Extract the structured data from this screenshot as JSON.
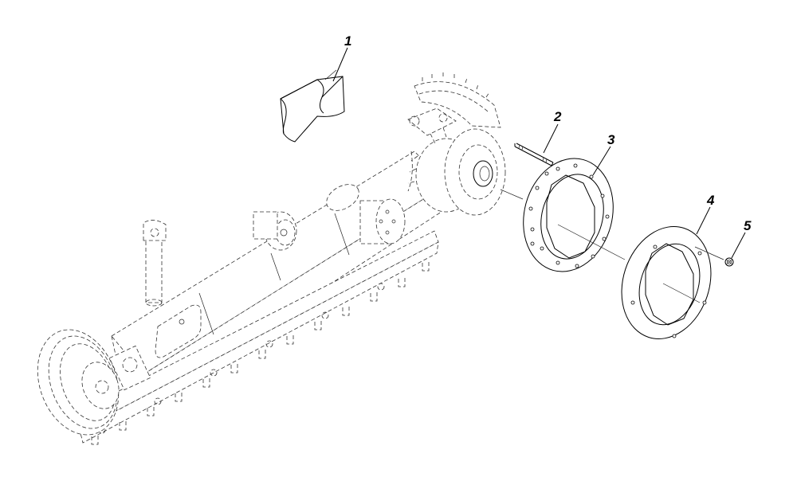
{
  "diagram": {
    "callouts": [
      {
        "id": "c1",
        "label": "1"
      },
      {
        "id": "c2",
        "label": "2"
      },
      {
        "id": "c3",
        "label": "3"
      },
      {
        "id": "c4",
        "label": "4"
      },
      {
        "id": "c5",
        "label": "5"
      }
    ],
    "parts": [
      {
        "label": "1",
        "icon": "wear-pad-block-icon"
      },
      {
        "label": "2",
        "icon": "stud-bolt-icon"
      },
      {
        "label": "3",
        "icon": "bolted-ring-plate-icon"
      },
      {
        "label": "4",
        "icon": "ring-plate-icon"
      },
      {
        "label": "5",
        "icon": "nut-icon"
      }
    ]
  }
}
